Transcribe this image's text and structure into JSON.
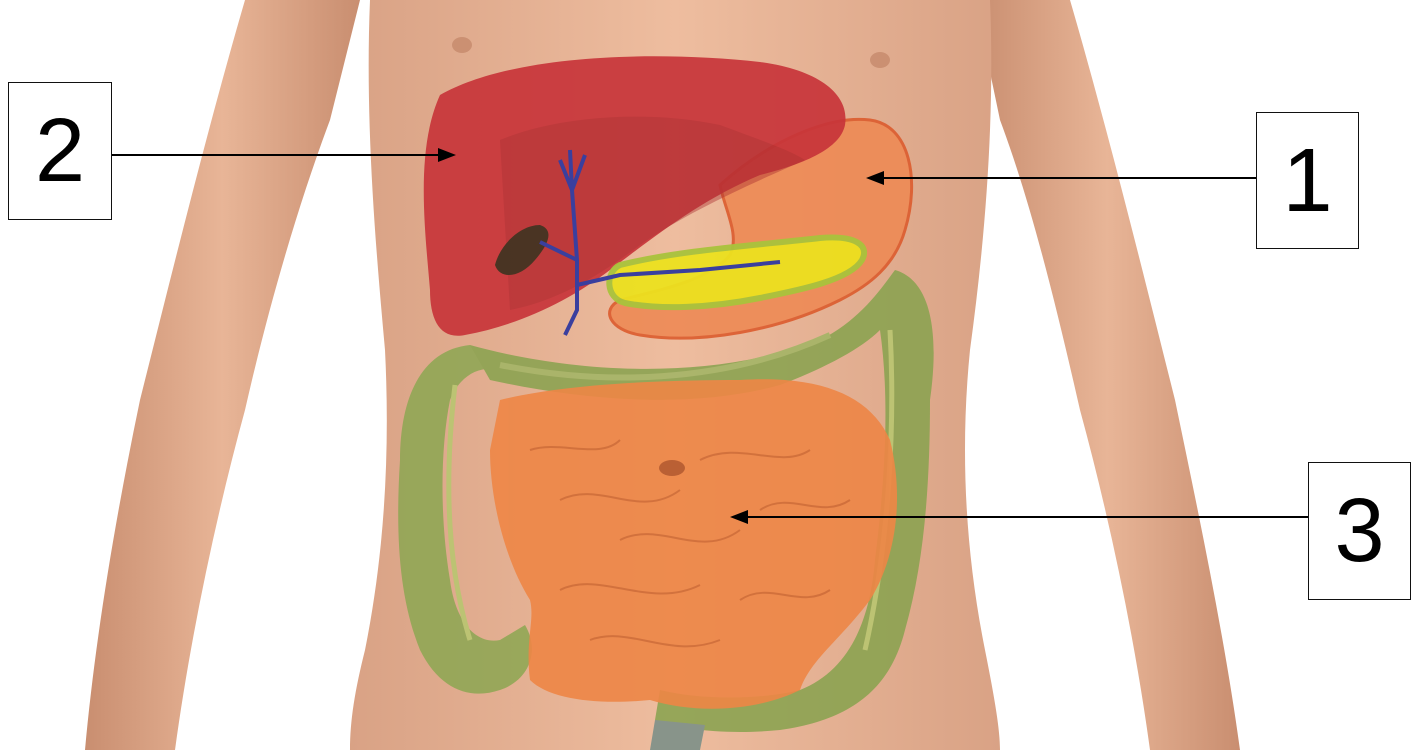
{
  "labels": [
    {
      "id": "1",
      "text": "1",
      "points_to": "stomach"
    },
    {
      "id": "2",
      "text": "2",
      "points_to": "liver"
    },
    {
      "id": "3",
      "text": "3",
      "points_to": "small-intestine"
    }
  ],
  "colors": {
    "background": "#ffffff",
    "skin": "#e6b193",
    "liver": "#c8363b",
    "stomach": "#ef8a55",
    "pancreas": "#e9e21c",
    "large_intestine": "#8aa352",
    "small_intestine": "#ee8545",
    "bile_duct": "#3a3f9e",
    "arrow": "#000000"
  }
}
